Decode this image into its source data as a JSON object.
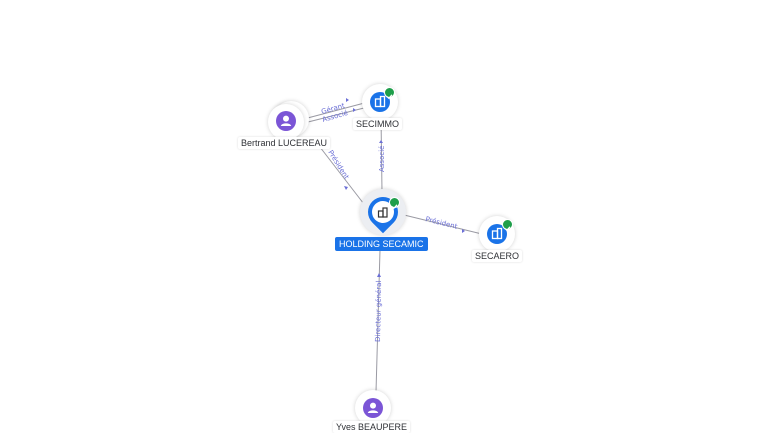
{
  "nodes": {
    "bertrand": {
      "label": "Bertrand LUCEREAU",
      "kind": "person",
      "icon": "person-icon"
    },
    "secimmo": {
      "label": "SECIMMO",
      "kind": "company",
      "icon": "building-icon",
      "verified": true
    },
    "holding": {
      "label": "HOLDING SECAMIC",
      "kind": "company-main",
      "icon": "building-icon",
      "verified": true
    },
    "secaero": {
      "label": "SECAERO",
      "kind": "company",
      "icon": "building-icon",
      "verified": true
    },
    "yves": {
      "label": "Yves BEAUPERE",
      "kind": "person",
      "icon": "person-icon"
    }
  },
  "edges": {
    "gerant": "Gérant",
    "associe_top": "Associé",
    "associe_mid": "Associé",
    "president_left": "Président",
    "president_right": "Président",
    "directeur": "Directeur général"
  },
  "colors": {
    "person": "#7b55d6",
    "company": "#1a73e8",
    "verified": "#1e9e4a",
    "edge_label": "#6b6fd6"
  }
}
